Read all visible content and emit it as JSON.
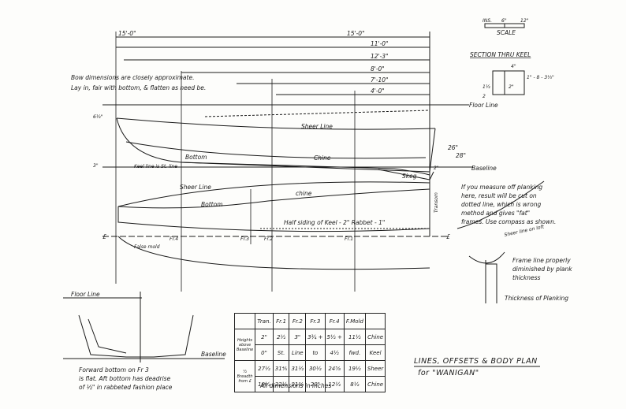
{
  "scale": {
    "label": "SCALE",
    "ticks": [
      "INS.",
      "6\"",
      "12\""
    ]
  },
  "keel_section": {
    "title": "SECTION THRU KEEL",
    "dim_top": "4\"",
    "dim_mid": "2\"",
    "dim_right": "1\" - 8 - 3⅓\"",
    "dim_a": "1½",
    "dim_b": "2"
  },
  "notes": {
    "bow": [
      "Bow dimensions are closely approximate.",
      "Lay in, fair with bottom, & flatten as need be."
    ],
    "keel_line": "Keel line is St. line",
    "planking": [
      "If you measure off planking",
      "here, result will be cut on",
      "dotted line, which is wrong",
      "method and gives \"fat\"",
      "frames. Use compass as shown."
    ],
    "frame_line": [
      "Frame line properly",
      "diminished by plank",
      "thickness"
    ],
    "sheer_line_on_loft": "Sheer line on loft",
    "thickness": "Thickness of Planking",
    "forward_bottom": [
      "Forward bottom on Fr 3",
      "is flat. Aft bottom has deadrise",
      "of ½\" in rabbeted fashion place"
    ],
    "half_siding": "Half siding of Keel - 2\"  Rabbet - 1\"",
    "all_dims": "All dimensions in inches"
  },
  "lengths": [
    "15'-0\"",
    "11'-0\"",
    "12'-3\"",
    "8'-0\"",
    "7'-10\"",
    "4'-0\""
  ],
  "labels": {
    "sheer": "Sheer Line",
    "chine": "Chine",
    "bottom": "Bottom",
    "sheer2": "Sheer Line",
    "chine2": "chine",
    "bottom2": "Bottom",
    "floor": "Floor Line",
    "baseline": "Baseline",
    "skeg": "Skeg",
    "floor2": "Floor Line",
    "baseline2": "Baseline",
    "transom": "Transom",
    "false_mold": "False mold",
    "fr4": "Fr.4",
    "fr3": "Fr.3",
    "fr2": "Fr.2",
    "fr1": "Fr.1",
    "cl": "£",
    "d26": "26\"",
    "d28": "28\"",
    "d2": "2\"",
    "d3": "3\"",
    "d6": "6½\""
  },
  "table": {
    "columns": [
      "Tran.",
      "Fr.1",
      "Fr.2",
      "Fr.3",
      "Fr.4",
      "F.Mold"
    ],
    "group1_label": "Heights above Baseline",
    "group2_label": "½ Breadth from £",
    "rows": [
      {
        "cells": [
          "2\"",
          "2½",
          "3\"",
          "3¾ +",
          "5½ +",
          "11½"
        ],
        "tag": "Chine"
      },
      {
        "cells": [
          "0\"",
          "St.",
          "Line",
          "to",
          "4½"
        ],
        "merged_note": "fwd.",
        "tag": "Keel"
      },
      {
        "cells": [
          "27½",
          "31⅘",
          "31½",
          "30½",
          "24⅝",
          "19½"
        ],
        "tag": "Sheer"
      },
      {
        "cells": [
          "19½",
          "22½",
          "21⅜",
          "20\"",
          "12½",
          "8½"
        ],
        "tag": "Chine"
      }
    ]
  },
  "title": {
    "line1": "LINES, OFFSETS & BODY PLAN",
    "line2": "for \"WANIGAN\""
  }
}
